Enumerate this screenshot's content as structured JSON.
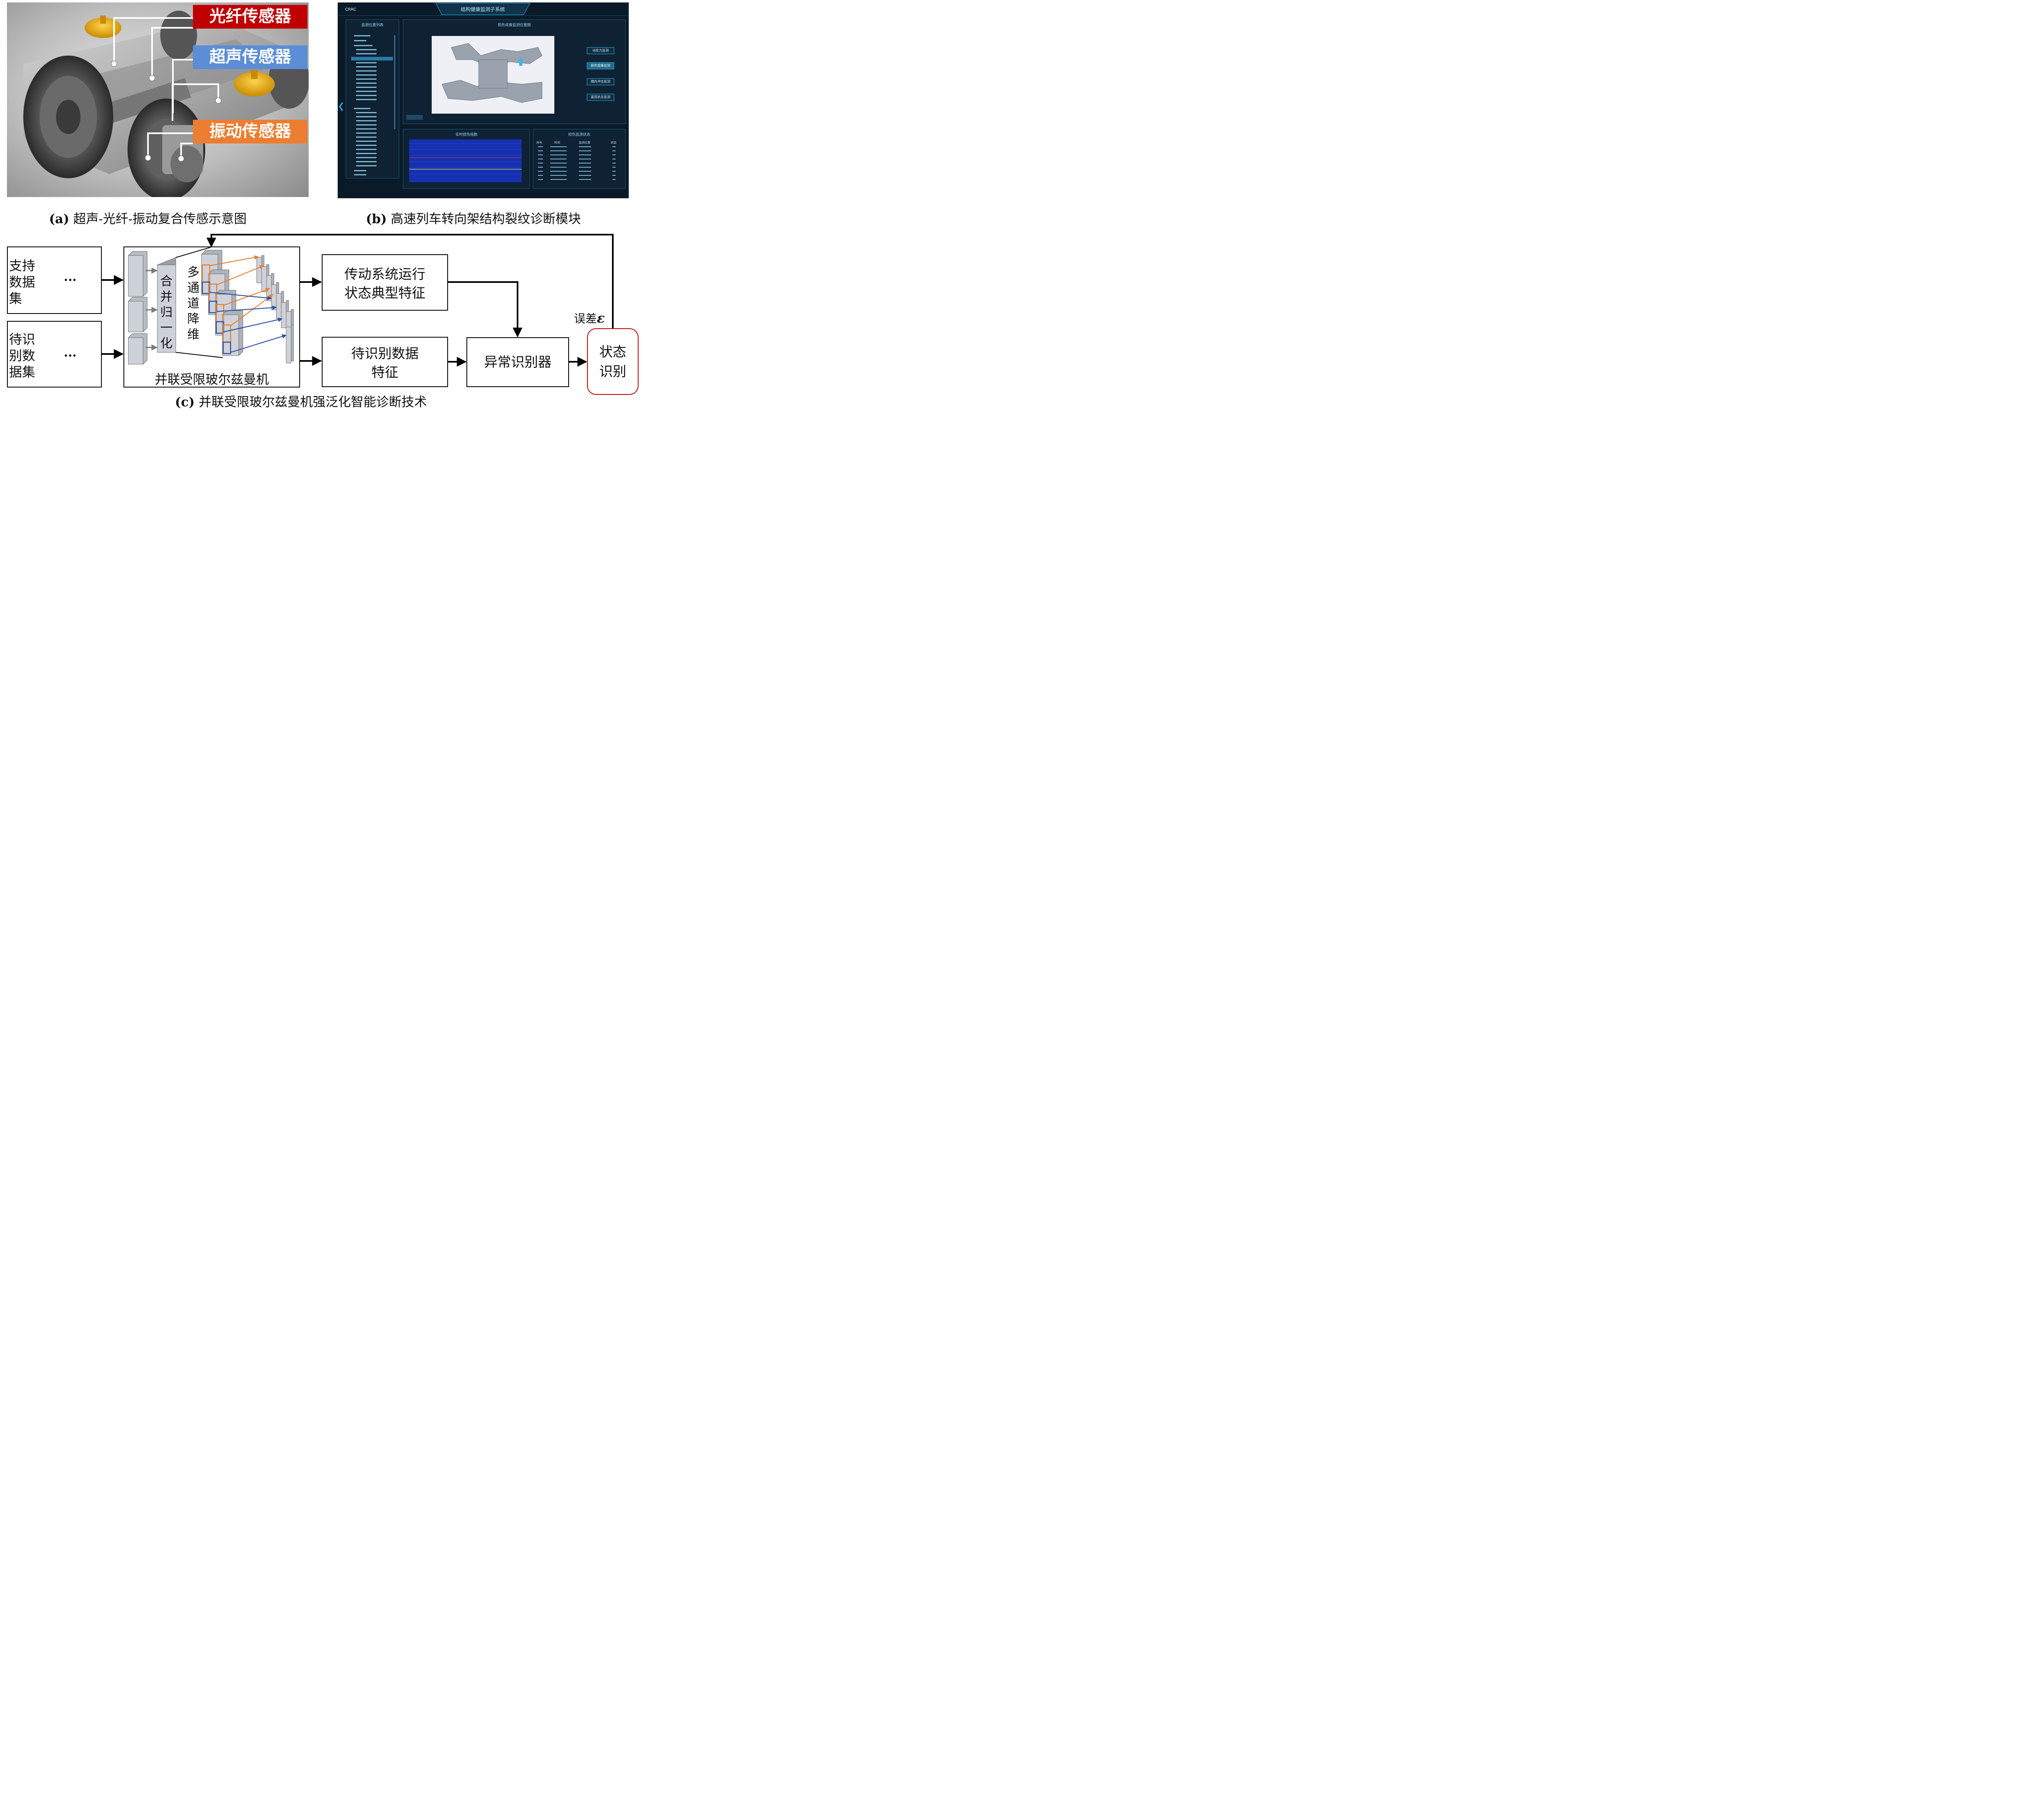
{
  "panel_a": {
    "labels": {
      "fiber": "光纤传感器",
      "ultrasonic": "超声传感器",
      "vibration": "振动传感器"
    },
    "colors": {
      "fiber": "#c00000",
      "ultrasonic": "#5b8ed6",
      "vibration": "#ed7d31"
    },
    "caption_letter": "(a)",
    "caption_text": "超声-光纤-振动复合传感示意图"
  },
  "panel_b": {
    "caption_letter": "(b)",
    "caption_text": "高速列车转向架结构裂纹诊断模块",
    "ui": {
      "logo": "CRRC",
      "system_title": "结构健康监测子系统",
      "list_title": "监测位置列表",
      "view_title": "损伤成像监测位置图",
      "chart_title": "实时损伤指数",
      "status_title": "损伤监测状态",
      "buttons": [
        "动应力监测",
        "损伤成像监测",
        "横向冲击监测",
        "紧固状态监测"
      ],
      "status_headers": [
        "序号",
        "时间",
        "监测位置",
        "状态"
      ],
      "colors": {
        "bg": "#0b1a28",
        "accent": "#2ab7e6",
        "plot": "#1530b0"
      }
    }
  },
  "panel_c": {
    "caption_letter": "(c)",
    "caption_text": "并联受限玻尔兹曼机强泛化智能诊断技术",
    "support_set": "支持数据集",
    "test_set": "待识别数据集",
    "dots": "···",
    "merge_norm": "合并归一化",
    "multichannel": "多通道降维",
    "rbm_label": "并联受限玻尔兹曼机",
    "typical_features": [
      "传动系统运行",
      "状态典型特征"
    ],
    "test_features": [
      "待识别数据",
      "特征"
    ],
    "detector": "异常识别器",
    "state": [
      "状态",
      "识别"
    ],
    "error": "误差",
    "epsilon": "ε",
    "colors": {
      "state_border": "#c00000",
      "support_wave": "#5fc4ec",
      "test_wave": "#1f7fc4"
    }
  }
}
